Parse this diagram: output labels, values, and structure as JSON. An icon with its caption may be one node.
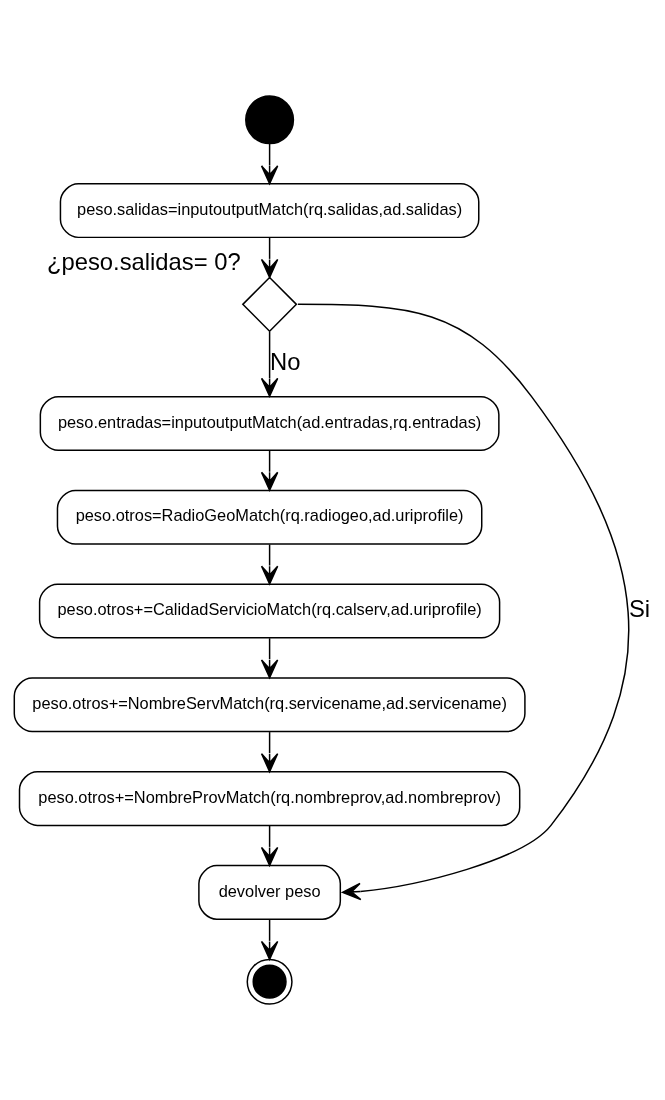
{
  "diagram": {
    "nodes": [
      {
        "text": [],
        "shape": "circle"
      },
      {
        "text": [
          "peso.salidas=inputoutputMatch(rq.salidas,ad.salidas)"
        ]
      },
      {
        "text": [],
        "shape": "diamond",
        "beside": [
          "¿peso.salidas= 0?"
        ]
      },
      {
        "text": [
          "peso.entradas=inputoutputMatch(ad.entradas,rq.entradas)"
        ]
      },
      {
        "text": [
          "peso.otros=RadioGeoMatch(rq.radiogeo,ad.uriprofile)"
        ]
      },
      {
        "text": [
          "peso.otros+=CalidadServicioMatch(rq.calserv,ad.uriprofile)"
        ]
      },
      {
        "text": [
          "peso.otros+=NombreServMatch(rq.servicename,ad.servicename)"
        ]
      },
      {
        "text": [
          "peso.otros+=NombreProvMatch(rq.nombreprov,ad.nombreprov)"
        ]
      },
      {
        "text": [
          "devolver peso"
        ]
      },
      {
        "text": [],
        "shape": "circle"
      }
    ],
    "edges": [
      {
        "from": 0,
        "to": 1,
        "arrow": "to"
      },
      {
        "from": 1,
        "to": 2,
        "arrow": "to"
      },
      {
        "from": 2,
        "to": 3,
        "arrow": "to",
        "label": "No"
      },
      {
        "from": 2,
        "to": 8,
        "arrow": "to",
        "label": "Si"
      },
      {
        "from": 3,
        "to": 4,
        "arrow": "to"
      },
      {
        "from": 4,
        "to": 5,
        "arrow": "to"
      },
      {
        "from": 5,
        "to": 6,
        "arrow": "to"
      },
      {
        "from": 6,
        "to": 7,
        "arrow": "to"
      },
      {
        "from": 7,
        "to": 8,
        "arrow": "to"
      },
      {
        "from": 8,
        "to": 9,
        "arrow": "to"
      }
    ]
  }
}
